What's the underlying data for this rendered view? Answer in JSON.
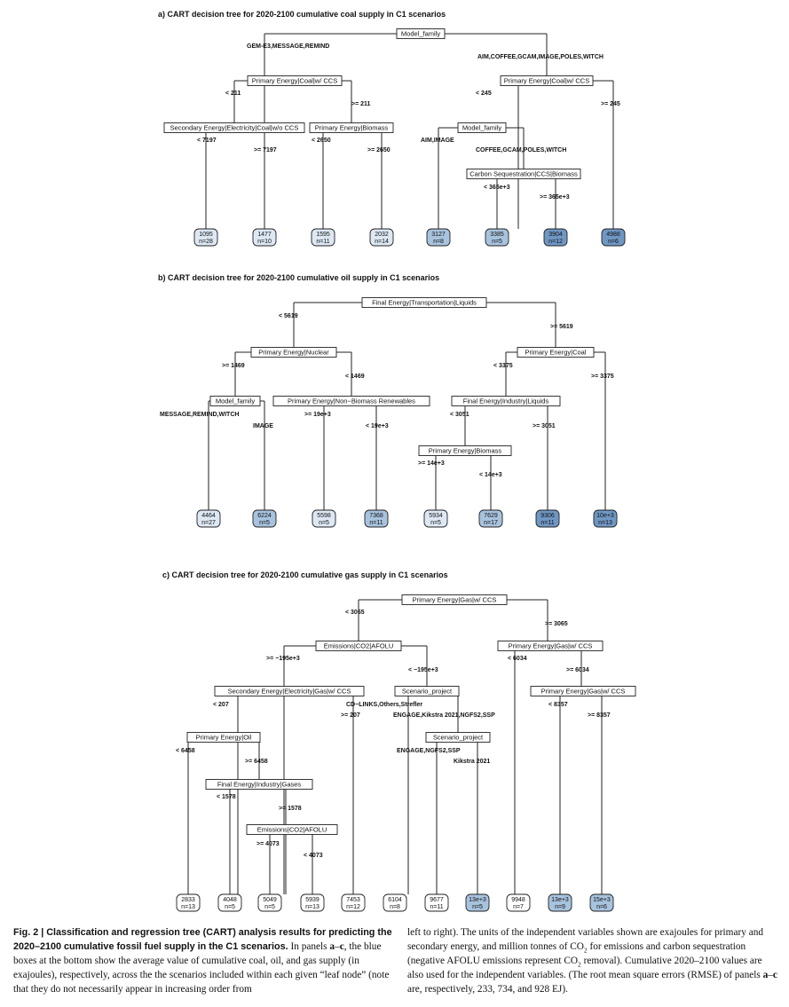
{
  "colors": {
    "leaf_light": "#dde8f4",
    "leaf_mid": "#a8c3de",
    "leaf_dark": "#6f97c4",
    "node_fill": "#ffffff",
    "stroke": "#222222"
  },
  "panels": [
    {
      "title": "a) CART decision tree for 2020-2100 cumulative coal supply in C1 scenarios",
      "nodes": [
        {
          "id": "a0",
          "label": "Model_family"
        },
        {
          "id": "a1",
          "label": "Primary Energy|Coal|w/ CCS"
        },
        {
          "id": "a2",
          "label": "Secondary Energy|Electricity|Coal|w/o CCS"
        },
        {
          "id": "a3",
          "label": "Primary Energy|Biomass"
        },
        {
          "id": "a4",
          "label": "Primary Energy|Coal|w/ CCS"
        },
        {
          "id": "a5",
          "label": "Model_family"
        },
        {
          "id": "a6",
          "label": "Carbon Sequestration|CCS|Biomass"
        }
      ],
      "edges": [
        {
          "id": "a0L",
          "label": "GEM-E3,MESSAGE,REMIND"
        },
        {
          "id": "a0R",
          "label": "AIM,COFFEE,GCAM,IMAGE,POLES,WITCH"
        },
        {
          "id": "a1L",
          "label": "< 211"
        },
        {
          "id": "a1R",
          "label": ">= 211"
        },
        {
          "id": "a2L",
          "label": "< 245"
        },
        {
          "id": "a2R",
          "label": ">= 245"
        },
        {
          "id": "a3L",
          "label": "< 7197"
        },
        {
          "id": "a3R",
          "label": ">= 7197"
        },
        {
          "id": "a4L",
          "label": "< 2650"
        },
        {
          "id": "a4R",
          "label": ">= 2650"
        },
        {
          "id": "a5L",
          "label": "AIM,IMAGE"
        },
        {
          "id": "a5R",
          "label": "COFFEE,GCAM,POLES,WITCH"
        },
        {
          "id": "a6L",
          "label": "< 365e+3"
        },
        {
          "id": "a6R",
          "label": ">= 365e+3"
        }
      ],
      "leaves": [
        {
          "value": "1095",
          "n": "n=28",
          "shade": "light"
        },
        {
          "value": "1477",
          "n": "n=10",
          "shade": "light"
        },
        {
          "value": "1595",
          "n": "n=11",
          "shade": "light"
        },
        {
          "value": "2032",
          "n": "n=14",
          "shade": "light"
        },
        {
          "value": "3127",
          "n": "n=8",
          "shade": "mid"
        },
        {
          "value": "3385",
          "n": "n=5",
          "shade": "mid"
        },
        {
          "value": "3904",
          "n": "n=12",
          "shade": "dark"
        },
        {
          "value": "4988",
          "n": "n=6",
          "shade": "dark"
        }
      ]
    },
    {
      "title": "b) CART decision tree for 2020-2100 cumulative oil supply in C1 scenarios",
      "nodes": [
        {
          "id": "b0",
          "label": "Final Energy|Transportation|Liquids"
        },
        {
          "id": "b1",
          "label": "Primary Energy|Nuclear"
        },
        {
          "id": "b2",
          "label": "Model_family"
        },
        {
          "id": "b3",
          "label": "Primary Energy|Non−Biomass Renewables"
        },
        {
          "id": "b4",
          "label": "Primary Energy|Coal"
        },
        {
          "id": "b5",
          "label": "Final Energy|Industry|Liquids"
        },
        {
          "id": "b6",
          "label": "Primary Energy|Biomass"
        }
      ],
      "edges": [
        {
          "id": "b0L",
          "label": "< 5619"
        },
        {
          "id": "b0R",
          "label": ">= 5619"
        },
        {
          "id": "b1L",
          "label": ">= 1469"
        },
        {
          "id": "b1R",
          "label": "< 1469"
        },
        {
          "id": "b2L",
          "label": "MESSAGE,REMIND,WITCH"
        },
        {
          "id": "b2R",
          "label": "IMAGE"
        },
        {
          "id": "b3L",
          "label": ">= 19e+3"
        },
        {
          "id": "b3R",
          "label": "< 19e+3"
        },
        {
          "id": "b4L",
          "label": "< 3375"
        },
        {
          "id": "b4R",
          "label": ">= 3375"
        },
        {
          "id": "b5L",
          "label": "< 3051"
        },
        {
          "id": "b5R",
          "label": ">= 3051"
        },
        {
          "id": "b6L",
          "label": ">= 14e+3"
        },
        {
          "id": "b6R",
          "label": "< 14e+3"
        }
      ],
      "leaves": [
        {
          "value": "4464",
          "n": "n=27",
          "shade": "light"
        },
        {
          "value": "6224",
          "n": "n=5",
          "shade": "mid"
        },
        {
          "value": "5598",
          "n": "n=5",
          "shade": "light"
        },
        {
          "value": "7368",
          "n": "n=11",
          "shade": "mid"
        },
        {
          "value": "5934",
          "n": "n=5",
          "shade": "light"
        },
        {
          "value": "7629",
          "n": "n=17",
          "shade": "mid"
        },
        {
          "value": "9306",
          "n": "n=11",
          "shade": "dark"
        },
        {
          "value": "10e+3",
          "n": "n=13",
          "shade": "dark"
        }
      ]
    },
    {
      "title": "c) CART decision tree for 2020-2100 cumulative gas supply in C1 scenarios",
      "nodes": [
        {
          "id": "c0",
          "label": "Primary Energy|Gas|w/ CCS"
        },
        {
          "id": "c1",
          "label": "Emissions|CO2|AFOLU"
        },
        {
          "id": "c2",
          "label": "Secondary Energy|Electricity|Gas|w/ CCS"
        },
        {
          "id": "c3",
          "label": "Primary Energy|Oil"
        },
        {
          "id": "c4",
          "label": "Final Energy|Industry|Gases"
        },
        {
          "id": "c5",
          "label": "Emissions|CO2|AFOLU"
        },
        {
          "id": "c6",
          "label": "Scenario_project"
        },
        {
          "id": "c7",
          "label": "Scenario_project"
        },
        {
          "id": "c8",
          "label": "Primary Energy|Gas|w/ CCS"
        },
        {
          "id": "c9",
          "label": "Primary Energy|Gas|w/ CCS"
        }
      ],
      "edges": [
        {
          "id": "c0L",
          "label": "< 3065"
        },
        {
          "id": "c0R",
          "label": ">= 3065"
        },
        {
          "id": "c1L",
          "label": ">= −195e+3"
        },
        {
          "id": "c1R",
          "label": "< −195e+3"
        },
        {
          "id": "c2L",
          "label": "< 207"
        },
        {
          "id": "c2R",
          "label": ">= 207"
        },
        {
          "id": "c3L",
          "label": "< 6458"
        },
        {
          "id": "c3R",
          "label": ">= 6458"
        },
        {
          "id": "c4L",
          "label": "< 1578"
        },
        {
          "id": "c4R",
          "label": ">= 1578"
        },
        {
          "id": "c5L",
          "label": ">= 4073"
        },
        {
          "id": "c5R",
          "label": "< 4073"
        },
        {
          "id": "c6L",
          "label": "CD−LINKS,Others,Strefler"
        },
        {
          "id": "c6R",
          "label": "ENGAGE,Kikstra 2021,NGFS2,SSP"
        },
        {
          "id": "c7L",
          "label": "ENGAGE,NGFS2,SSP"
        },
        {
          "id": "c7R",
          "label": "Kikstra 2021"
        },
        {
          "id": "c8L",
          "label": "< 6034"
        },
        {
          "id": "c8R",
          "label": ">= 6034"
        },
        {
          "id": "c9L",
          "label": "< 8357"
        },
        {
          "id": "c9R",
          "label": ">= 8357"
        }
      ],
      "leaves": [
        {
          "value": "2833",
          "n": "n=13",
          "shade": "white"
        },
        {
          "value": "4048",
          "n": "n=5",
          "shade": "white"
        },
        {
          "value": "5049",
          "n": "n=5",
          "shade": "white"
        },
        {
          "value": "5939",
          "n": "n=13",
          "shade": "white"
        },
        {
          "value": "7453",
          "n": "n=12",
          "shade": "white"
        },
        {
          "value": "6104",
          "n": "n=8",
          "shade": "white"
        },
        {
          "value": "9677",
          "n": "n=11",
          "shade": "white"
        },
        {
          "value": "13e+3",
          "n": "n=5",
          "shade": "mid"
        },
        {
          "value": "9948",
          "n": "n=7",
          "shade": "white"
        },
        {
          "value": "13e+3",
          "n": "n=9",
          "shade": "mid"
        },
        {
          "value": "15e+3",
          "n": "n=6",
          "shade": "mid"
        }
      ]
    }
  ],
  "caption": {
    "fig_label": "Fig. 2 | Classification and regression tree (CART) analysis results for predicting the 2020–2100 cumulative fossil fuel supply in the C1 scenarios.",
    "text_1": " In panels ",
    "a": "a",
    "dash": "–",
    "c": "c",
    "text_2": ", the blue boxes at the bottom show the average value of cumulative coal, oil, and gas supply (in exajoules), respectively, across the the scenarios included within each given “leaf node” (note that they do not necessarily appear in increasing order from",
    "text_3": "left to right). The units of the independent variables shown are exajoules for primary and secondary energy, and million tonnes of CO",
    "sub_2a": "2",
    "text_4": " for emissions and carbon sequestration (negative AFOLU emissions represent CO",
    "sub_2b": "2",
    "text_5": " removal). Cumulative 2020–2100 values are also used for the independent variables. (The root mean square errors (RMSE) of panels ",
    "a2": "a",
    "dash2": "–",
    "c2": "c",
    "text_6": " are, respectively, 233, 734, and 928 EJ)."
  }
}
